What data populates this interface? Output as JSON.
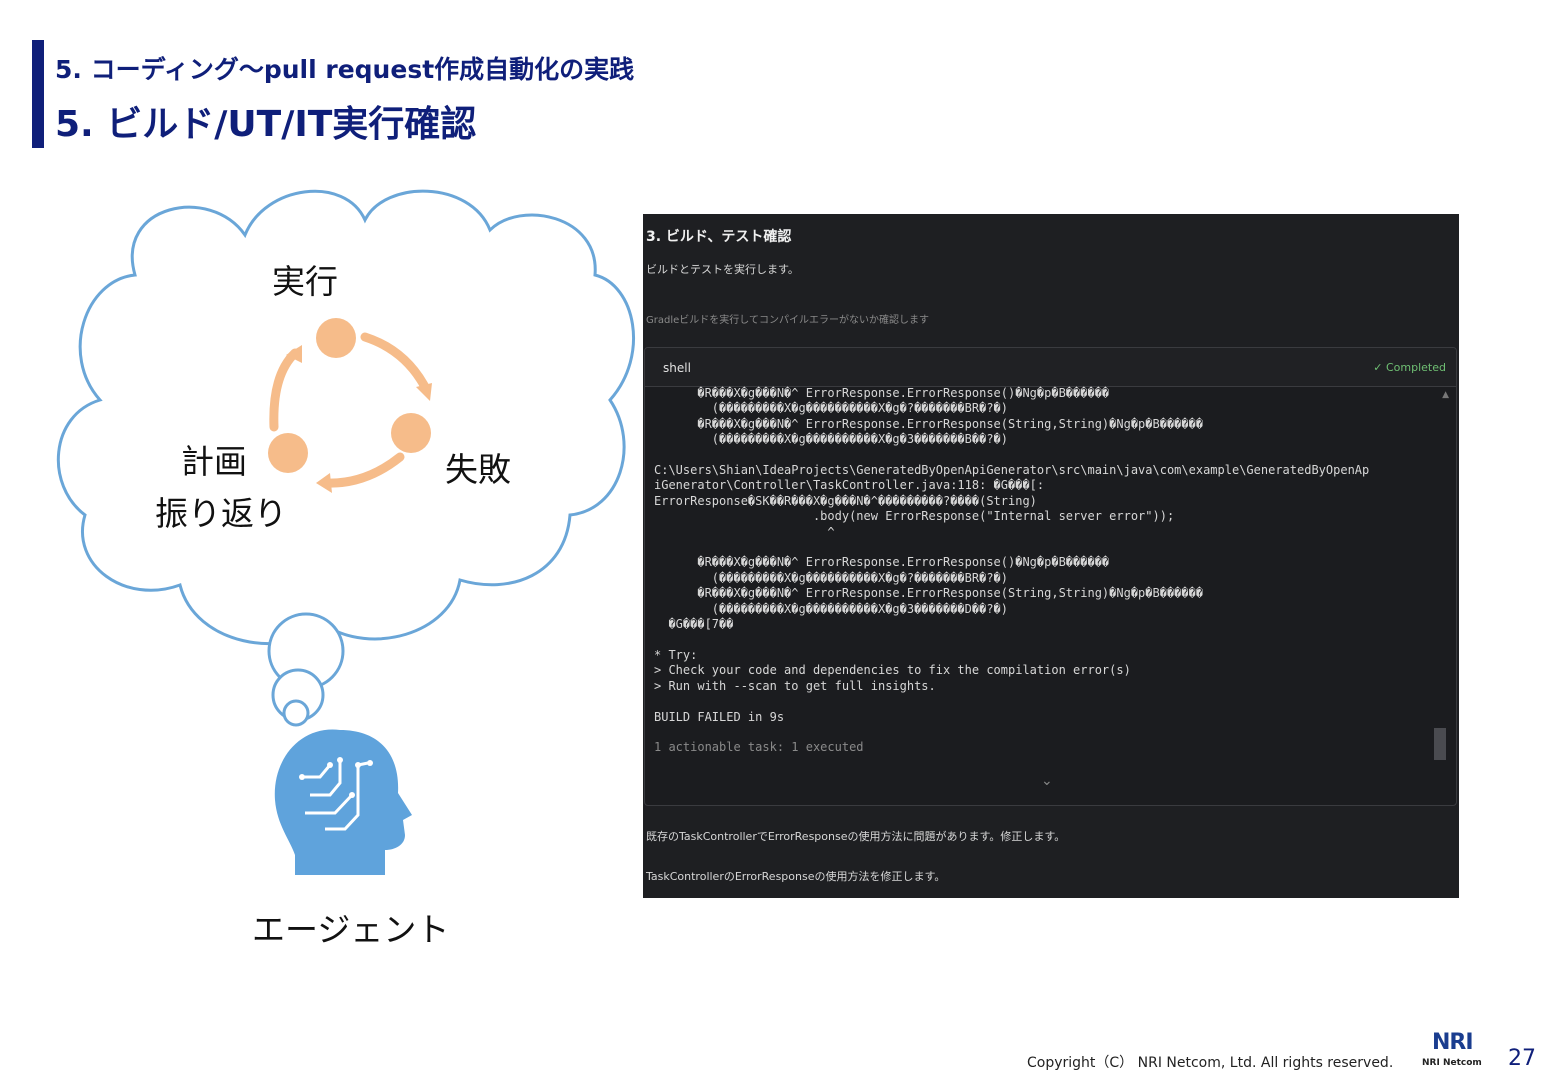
{
  "header": {
    "subtitle": "5. コーディング〜pull request作成自動化の実践",
    "title": "5. ビルド/UT/IT実行確認"
  },
  "diagram": {
    "cycle_labels": {
      "execute": "実行",
      "fail": "失敗",
      "plan": "計画",
      "reflect": "振り返り"
    },
    "agent_label": "エージェント",
    "cycle_color": "#f6bc8a",
    "cloud_color": "#6aa6d8",
    "head_color": "#5fa3dc",
    "icons": [
      "cloud-thought-bubble",
      "cycle-arrows",
      "brain-head-icon"
    ]
  },
  "panel": {
    "heading": "3. ビルド、テスト確認",
    "text": "ビルドとテストを実行します。",
    "note": "Gradleビルドを実行してコンパイルエラーがないか確認します",
    "shell": {
      "name": "shell",
      "status": "✓ Completed",
      "status_color": "#6fbf73",
      "lines": [
        "      �R���X�g���N�^ ErrorResponse.ErrorResponse()�Ng�p�B������",
        "        (���������X�g����������X�g�?�������BR�?�)",
        "      �R���X�g���N�^ ErrorResponse.ErrorResponse(String,String)�Ng�p�B������",
        "        (���������X�g����������X�g�3�������B��?�)",
        "",
        "C:\\Users\\Shian\\IdeaProjects\\GeneratedByOpenApiGenerator\\src\\main\\java\\com\\example\\GeneratedByOpenAp",
        "iGenerator\\Controller\\TaskController.java:118: �G���[:",
        "ErrorResponse�SK��R���X�g���N�^���������?����(String)",
        "                      .body(new ErrorResponse(\"Internal server error\"));",
        "                        ^",
        "",
        "      �R���X�g���N�^ ErrorResponse.ErrorResponse()�Ng�p�B������",
        "        (���������X�g����������X�g�?�������BR�?�)",
        "      �R���X�g���N�^ ErrorResponse.ErrorResponse(String,String)�Ng�p�B������",
        "        (���������X�g����������X�g�3�������D��?�)",
        "  �G���[7��",
        "",
        "* Try:",
        "> Check your code and dependencies to fix the compilation error(s)",
        "> Run with --scan to get full insights.",
        "",
        "BUILD FAILED in 9s",
        "",
        "1 actionable task: 1 executed"
      ]
    },
    "footer_line1": "既存のTaskControllerでErrorResponseの使用方法に問題があります。修正します。",
    "footer_line2": "TaskControllerのErrorResponseの使用方法を修正します。"
  },
  "footer": {
    "copyright": "Copyright（C） NRI Netcom, Ltd. All rights reserved.",
    "logo_mark": "NRI",
    "logo_text": "NRI Netcom",
    "page_number": "27"
  }
}
